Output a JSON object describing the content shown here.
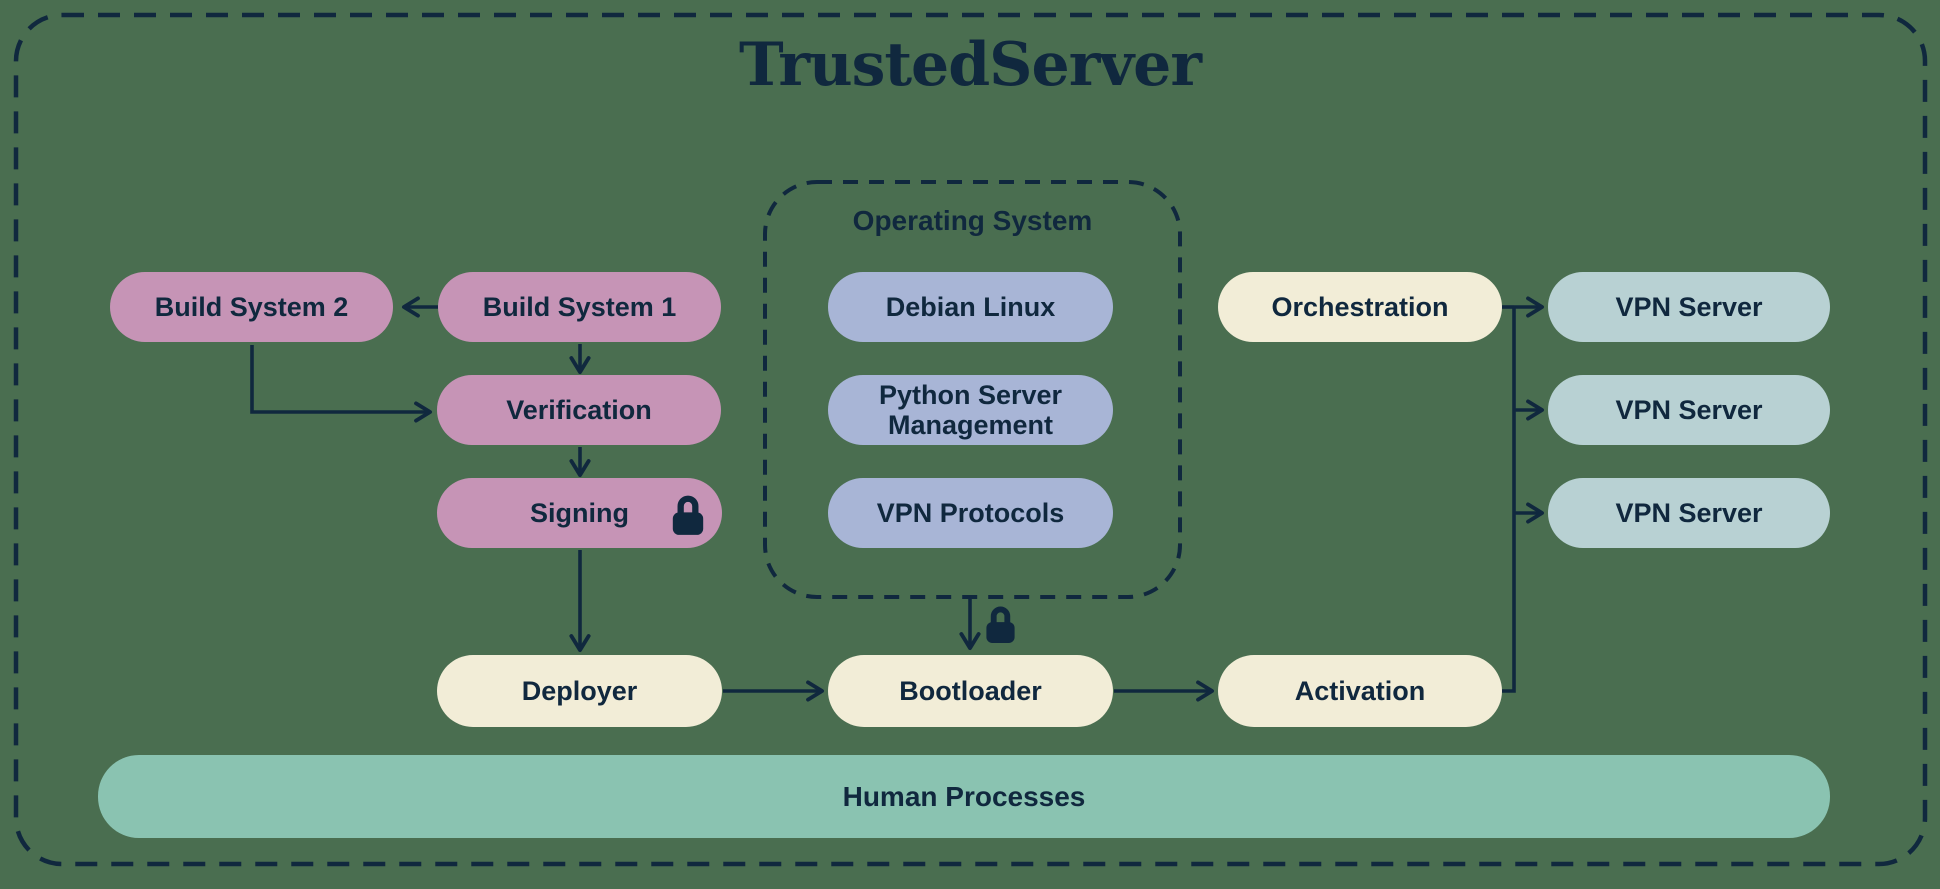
{
  "title": "TrustedServer",
  "nodes": {
    "build_system_2": "Build System 2",
    "build_system_1": "Build System 1",
    "verification": "Verification",
    "signing": "Signing",
    "deployer": "Deployer",
    "bootloader": "Bootloader",
    "activation": "Activation",
    "orchestration": "Orchestration",
    "human_processes": "Human Processes",
    "vpn_servers": [
      "VPN Server",
      "VPN Server",
      "VPN Server"
    ]
  },
  "groups": {
    "operating_system": {
      "title": "Operating System",
      "items": [
        "Debian Linux",
        "Python Server Management",
        "VPN Protocols"
      ]
    }
  },
  "icons": {
    "signing_lock": "lock-icon",
    "bootloader_lock": "lock-icon"
  },
  "edges": [
    {
      "from": "build_system_1",
      "to": "build_system_2"
    },
    {
      "from": "build_system_1",
      "to": "verification"
    },
    {
      "from": "build_system_2",
      "to": "verification"
    },
    {
      "from": "verification",
      "to": "signing"
    },
    {
      "from": "signing",
      "to": "deployer"
    },
    {
      "from": "deployer",
      "to": "bootloader"
    },
    {
      "from": "operating_system",
      "to": "bootloader",
      "locked": true
    },
    {
      "from": "bootloader",
      "to": "activation"
    },
    {
      "from": "activation",
      "to": "vpn_servers"
    },
    {
      "from": "orchestration",
      "to": "vpn_servers"
    }
  ],
  "colors": {
    "background": "#4a6e50",
    "ink": "#10283e",
    "pink_node": "#c694b6",
    "periwinkle_node": "#a8b5d6",
    "cream_node": "#f2edd7",
    "teal_node": "#b8d1d3",
    "human_bar": "#8ac3b1"
  }
}
